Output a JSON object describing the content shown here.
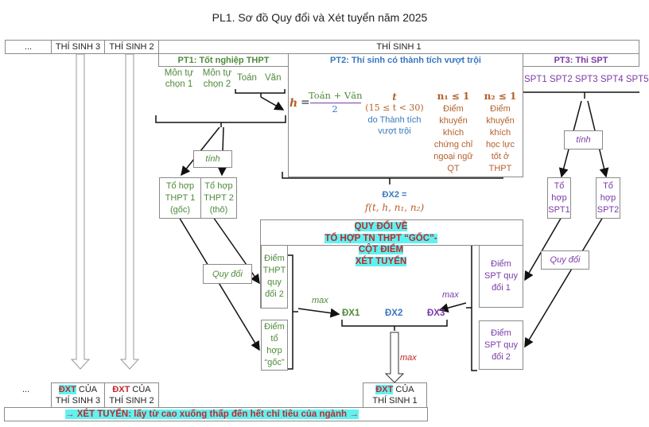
{
  "title": "PL1. Sơ đồ Quy đổi và Xét tuyển năm 2025",
  "top_row": {
    "ellipsis": "...",
    "candidate3": "THÍ SINH 3",
    "candidate2": "THÍ SINH 2",
    "candidate1": "THÍ SINH 1"
  },
  "pt1": {
    "header": "PT1: Tốt nghiệp THPT",
    "elective1_line1": "Môn tự",
    "elective1_line2": "chọn 1",
    "elective2_line1": "Môn tự",
    "elective2_line2": "chọn 2",
    "math": "Toán",
    "literature": "Văn",
    "compute_label": "tính",
    "combo1_lines": [
      "Tổ hợp",
      "THPT 1",
      "(gốc)"
    ],
    "combo2_lines": [
      "Tổ hợp",
      "THPT 2",
      "(thô)"
    ],
    "convert_label": "Quy đổi",
    "converted_score_lines": [
      "Điểm",
      "THPT",
      "quy",
      "đổi 2"
    ],
    "origin_score_lines": [
      "Điểm",
      "tổ",
      "hợp",
      "“gốc”"
    ]
  },
  "pt2": {
    "header": "PT2: Thí sinh có thành tích vượt trội",
    "h_var": "h",
    "equals": "=",
    "h_numerator": "Toán + Văn",
    "h_denominator": "2",
    "t_var": "t",
    "t_range": "(15 ≤ t < 30)",
    "t_desc_line1": "do Thành tích",
    "t_desc_line2": "vượt trội",
    "n1_cond": "n₁ ≤ 1",
    "n1_desc": [
      "Điểm",
      "khuyến",
      "khích",
      "chứng chỉ",
      "ngoại ngữ",
      "QT"
    ],
    "n2_cond": "n₂ ≤ 1",
    "n2_desc": [
      "Điểm",
      "khuyến",
      "khích",
      "học lực",
      "tốt ở",
      "THPT"
    ],
    "dx2_label": "ĐX2 =",
    "dx2_formula": "f(t, h, n₁, n₂)"
  },
  "pt3": {
    "header": "PT3: Thi SPT",
    "subjects": "SPT1 SPT2 SPT3 SPT4 SPT5",
    "compute_label": "tính",
    "combo1_lines": [
      "Tổ",
      "hợp",
      "SPT1"
    ],
    "combo2_lines": [
      "Tổ",
      "hợp",
      "SPT2"
    ],
    "convert_label": "Quy đổi",
    "converted1_lines": [
      "Điểm",
      "SPT quy",
      "đổi 1"
    ],
    "converted2_lines": [
      "Điểm",
      "SPT quy",
      "đổi 2"
    ]
  },
  "conversion": {
    "title_lines": [
      "QUY ĐỔI VỀ",
      "TỔ HỢP TN THPT “GỐC”-",
      "CỘT ĐIỂM",
      "XÉT TUYỂN"
    ]
  },
  "results": {
    "max_left": "max",
    "max_right": "max",
    "max_bottom": "max",
    "dx1": "ĐX1",
    "dx2": "ĐX2",
    "dx3": "ĐX3"
  },
  "bottom_row": {
    "ellipsis": "...",
    "dxt": "ĐXT",
    "of": " CỦA",
    "candidate3": "THÍ SINH 3",
    "candidate2": "THÍ SINH 2",
    "candidate1": "THÍ SINH 1"
  },
  "admission_note": "→ XÉT TUYỂN: lấy từ cao xuống thấp đến hết chỉ tiêu của ngành →",
  "colors": {
    "pt1": "#4e8a3a",
    "pt2": "#3a78c0",
    "pt3": "#7a3aa8",
    "formula": "#b5602a",
    "emphasis": "#c0282a",
    "highlight": "#5ff2f2"
  }
}
